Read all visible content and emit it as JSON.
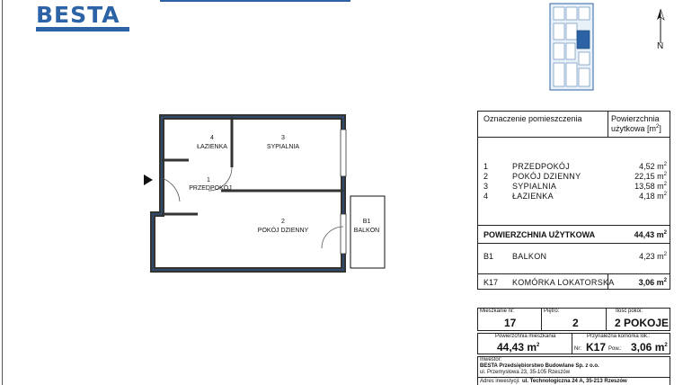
{
  "brand": {
    "name": "BESTA",
    "color": "#2b63a6"
  },
  "compass": {
    "label": "N"
  },
  "plan": {
    "rooms": [
      {
        "id": "room-4",
        "number": "4",
        "name": "ŁAZIENKA"
      },
      {
        "id": "room-3",
        "number": "3",
        "name": "SYPIALNIA"
      },
      {
        "id": "room-1",
        "number": "1",
        "name": "PRZEDPOKÓJ"
      },
      {
        "id": "room-2",
        "number": "2",
        "name": "POKÓJ DZIENNY"
      },
      {
        "id": "room-b1",
        "number": "B1",
        "name": "BALKON"
      }
    ]
  },
  "room_table": {
    "header_name": "Oznaczenie pomieszczenia",
    "header_area_1": "Powierzchnia",
    "header_area_2": "użytkowa [m",
    "header_area_sup": "2",
    "header_area_end": "]",
    "rows": [
      {
        "num": "1",
        "name": "PRZEDPOKÓJ",
        "area": "4,52 m"
      },
      {
        "num": "2",
        "name": "POKÓJ DZIENNY",
        "area": "22,15 m"
      },
      {
        "num": "3",
        "name": "SYPIALNIA",
        "area": "13,58 m"
      },
      {
        "num": "4",
        "name": "ŁAZIENKA",
        "area": "4,18 m"
      }
    ],
    "sup": "2",
    "total_label": "POWIERZCHNIA UŻYTKOWA",
    "total_value": "44,43 m",
    "balcony_num": "B1",
    "balcony_name": "BALKON",
    "balcony_area": "4,23 m",
    "storage_num": "K17",
    "storage_name": "KOMÓRKA LOKATORSKA",
    "storage_area": "3,06 m"
  },
  "info": {
    "apt_label": "Mieszkanie nr:",
    "apt_value": "17",
    "floor_label": "Piętro:",
    "floor_value": "2",
    "rooms_label": "Ilość pokoi:",
    "rooms_value": "2 POKOJE",
    "area_label": "Powierzchnia mieszkania",
    "area_value": "44,43 m",
    "storage_label": "Przynależna komórka lok.:",
    "nr_label": "Nr:",
    "storage_nr": "K17",
    "pow_label": "Pow.:",
    "storage_area": "3,06 m",
    "sup": "2",
    "investor_label": "Inwestor:",
    "investor_name": "BESTA Przedsiębiorstwo Budowlane Sp. z o.o.",
    "investor_address": "ul. Przemysłowa 23, 35-105 Rzeszów",
    "invest_addr_label": "Adres inwestycji:",
    "invest_addr_value": "ul. Technologiczna 24 A, 35-213 Rzeszów"
  }
}
